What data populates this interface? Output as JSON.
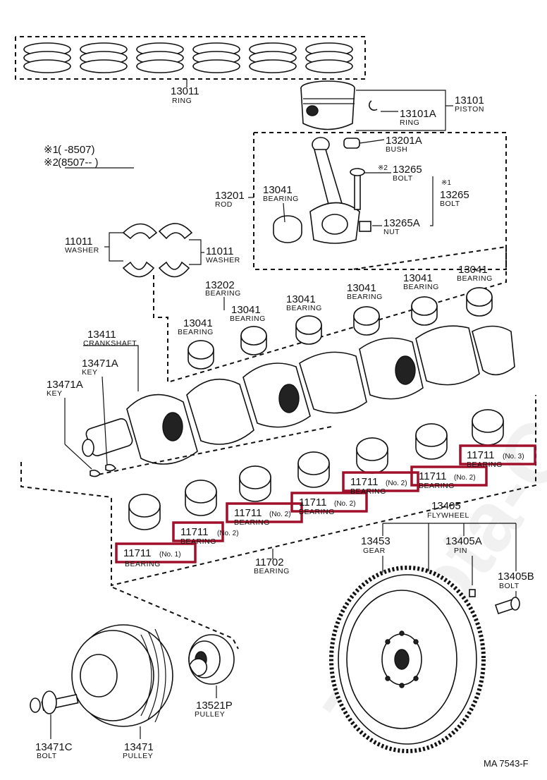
{
  "footer_code": "MA 7543-F",
  "watermark": "Toyota-Catalog.ru",
  "notes": [
    {
      "mark": "※1",
      "text": "(     -8507)"
    },
    {
      "mark": "※2",
      "text": "(8507--        )"
    }
  ],
  "parts": {
    "ring": {
      "no": "13011",
      "name": "RING"
    },
    "piston": {
      "no": "13101",
      "name": "PISTON"
    },
    "piston_ring": {
      "no": "13101A",
      "name": "RING"
    },
    "bush": {
      "no": "13201A",
      "name": "BUSH"
    },
    "bolt_265_2": {
      "mark": "※2",
      "no": "13265",
      "name": "BOLT"
    },
    "bolt_265_1": {
      "mark": "※1",
      "no": "13265",
      "name": "BOLT"
    },
    "nut": {
      "no": "13265A",
      "name": "NUT"
    },
    "rod": {
      "no": "13201",
      "name": "ROD"
    },
    "rod_bearing": {
      "no": "13041",
      "name": "BEARING"
    },
    "washer_left": {
      "no": "11011",
      "name": "WASHER"
    },
    "washer_right": {
      "no": "11011",
      "name": "WASHER"
    },
    "bearing_13202": {
      "no": "13202",
      "name": "BEARING"
    },
    "crank_bearings": [
      {
        "no": "13041",
        "name": "BEARING"
      },
      {
        "no": "13041",
        "name": "BEARING"
      },
      {
        "no": "13041",
        "name": "BEARING"
      },
      {
        "no": "13041",
        "name": "BEARING"
      },
      {
        "no": "13041",
        "name": "BEARING"
      },
      {
        "no": "13041",
        "name": "BEARING"
      }
    ],
    "crankshaft": {
      "no": "13411",
      "name": "CRANKSHAFT"
    },
    "key_a": {
      "no": "13471A",
      "name": "KEY"
    },
    "key_b": {
      "no": "13471A",
      "name": "KEY"
    },
    "main_bearing": {
      "no": "11702",
      "name": "BEARING"
    },
    "flywheel": {
      "no": "13405",
      "name": "FLYWHEEL"
    },
    "gear": {
      "no": "13453",
      "name": "GEAR"
    },
    "pin": {
      "no": "13405A",
      "name": "PIN"
    },
    "flywheel_bolt": {
      "no": "13405B",
      "name": "BOLT"
    },
    "pulley_p": {
      "no": "13521P",
      "name": "PULLEY"
    },
    "pulley": {
      "no": "13471",
      "name": "PULLEY"
    },
    "pulley_bolt": {
      "no": "13471C",
      "name": "BOLT"
    }
  },
  "highlighted_bearings": [
    {
      "no": "11711",
      "suffix": "(No. 1)",
      "name": "BEARING"
    },
    {
      "no": "11711",
      "suffix": "(No. 2)",
      "name": "BEARING"
    },
    {
      "no": "11711",
      "suffix": "(No. 2)",
      "name": "BEARING"
    },
    {
      "no": "11711",
      "suffix": "(No. 2)",
      "name": "BEARING"
    },
    {
      "no": "11711",
      "suffix": "(No. 2)",
      "name": "BEARING"
    },
    {
      "no": "11711",
      "suffix": "(No. 2)",
      "name": "BEARING"
    },
    {
      "no": "11711",
      "suffix": "(No. 3)",
      "name": "BEARING"
    }
  ]
}
